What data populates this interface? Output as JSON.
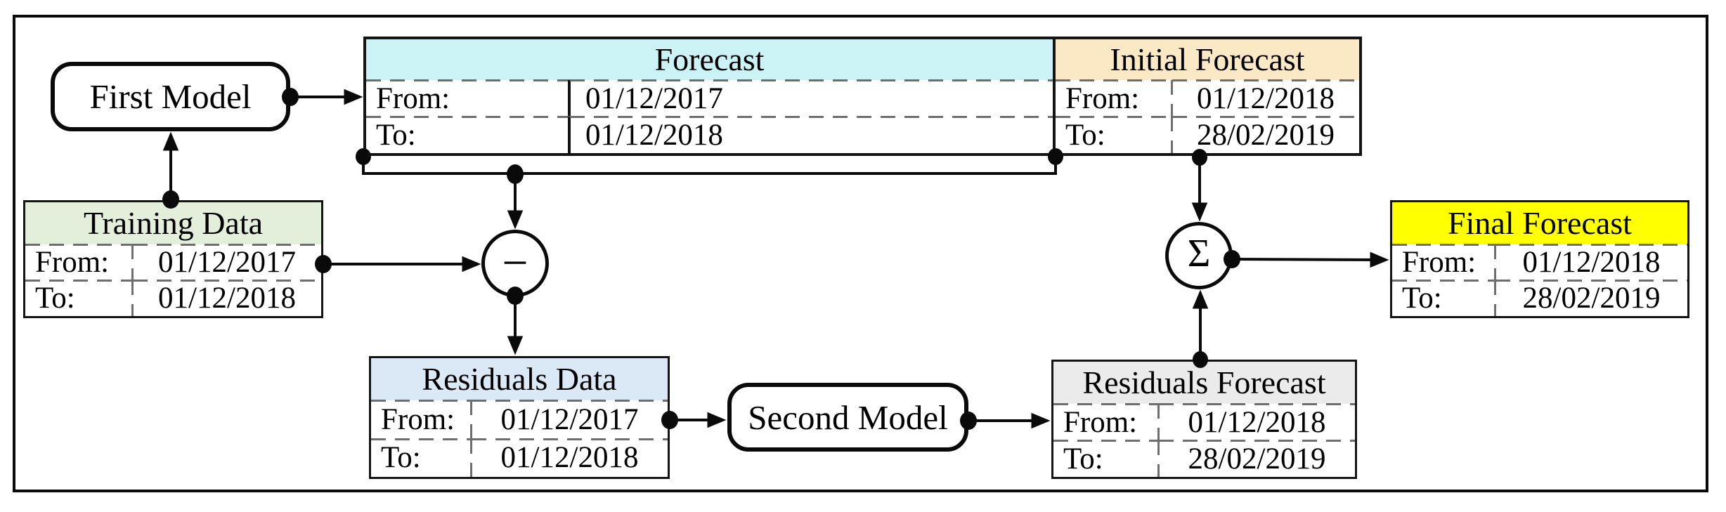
{
  "nodes": {
    "first_model": "First Model",
    "second_model": "Second Model",
    "subtract_symbol": "−",
    "sum_symbol": "Σ"
  },
  "tables": {
    "forecast": {
      "title": "Forecast",
      "header_color": "#cbf3f6",
      "from_label": "From:",
      "from_value": "01/12/2017",
      "to_label": "To:",
      "to_value": "01/12/2018"
    },
    "initial_forecast": {
      "title": "Initial Forecast",
      "header_color": "#fbe8c5",
      "from_label": "From:",
      "from_value": "01/12/2018",
      "to_label": "To:",
      "to_value": "28/02/2019"
    },
    "training_data": {
      "title": "Training Data",
      "header_color": "#e3efda",
      "from_label": "From:",
      "from_value": "01/12/2017",
      "to_label": "To:",
      "to_value": "01/12/2018"
    },
    "residuals_data": {
      "title": "Residuals Data",
      "header_color": "#dbe8f6",
      "from_label": "From:",
      "from_value": "01/12/2017",
      "to_label": "To:",
      "to_value": "01/12/2018"
    },
    "residuals_forecast": {
      "title": "Residuals Forecast",
      "header_color": "#ebebeb",
      "from_label": "From:",
      "from_value": "01/12/2018",
      "to_label": "To:",
      "to_value": "28/02/2019"
    },
    "final_forecast": {
      "title": "Final Forecast",
      "header_color": "#ffff00",
      "from_label": "From:",
      "from_value": "01/12/2018",
      "to_label": "To:",
      "to_value": "28/02/2019"
    }
  }
}
